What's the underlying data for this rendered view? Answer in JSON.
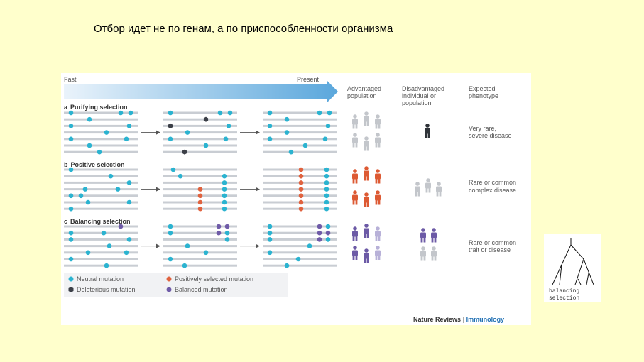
{
  "slide": {
    "title": "Отбор идет не по генам, а по приспособленности организма"
  },
  "timeline": {
    "start": "Fast",
    "end": "Present"
  },
  "columns": {
    "advantaged": [
      "Advantaged",
      "population"
    ],
    "disadvantaged": [
      "Disadvantaged",
      "individual or",
      "population"
    ],
    "phenotype": [
      "Expected",
      "phenotype"
    ]
  },
  "panels": [
    {
      "letter": "a",
      "title": "Purifying selection",
      "phenotype": [
        "Very rare,",
        "severe disease"
      ]
    },
    {
      "letter": "b",
      "title": "Positive selection",
      "phenotype": [
        "Rare or common",
        "complex disease"
      ]
    },
    {
      "letter": "c",
      "title": "Balancing selection",
      "phenotype": [
        "Rare or common",
        "trait or disease"
      ]
    }
  ],
  "legend": [
    {
      "label": "Neutral mutation",
      "color": "#2bb3d0"
    },
    {
      "label": "Positively selected mutation",
      "color": "#e0623e"
    },
    {
      "label": "Deleterious mutation",
      "color": "#3b3f47"
    },
    {
      "label": "Balanced mutation",
      "color": "#6f5ba8"
    }
  ],
  "credit": {
    "journal": "Nature Reviews",
    "separator": "|",
    "section": "Immunology"
  },
  "thumbnail": {
    "caption": [
      "balancing",
      "selection"
    ]
  },
  "colors": {
    "neutral": "#2bb3d0",
    "positive": "#e0623e",
    "deleterious": "#3b3f47",
    "balanced": "#6f5ba8",
    "arrow": "#5aa7dc",
    "line": "#c9cdd3",
    "grey_person": "#c3c6cb",
    "dark_person": "#2f3339",
    "red_person": "#dd5a33",
    "purple_person": "#6c5aa6",
    "light_purple_person": "#b8b1d8"
  }
}
